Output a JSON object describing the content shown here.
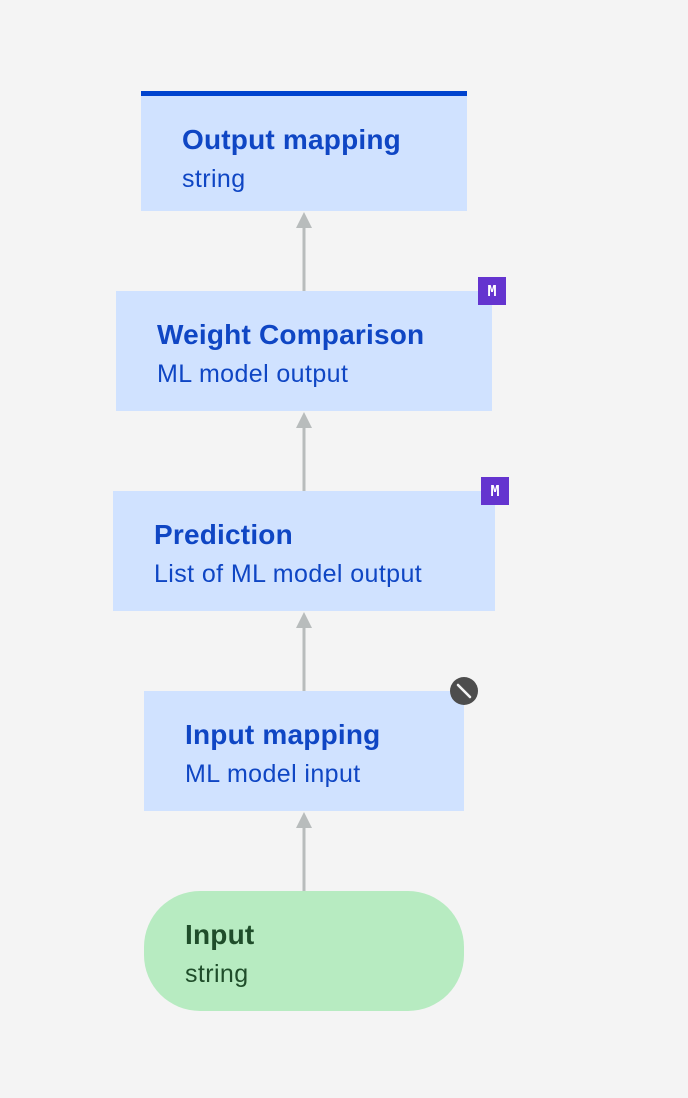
{
  "nodes": {
    "output_mapping": {
      "title": "Output mapping",
      "subtitle": "string"
    },
    "weight_comparison": {
      "title": "Weight Comparison",
      "subtitle": "ML model output",
      "badge": "M"
    },
    "prediction": {
      "title": "Prediction",
      "subtitle": "List of ML model output",
      "badge": "M"
    },
    "input_mapping": {
      "title": "Input mapping",
      "subtitle": "ML model input",
      "badge_icon": "disabled-icon"
    },
    "input": {
      "title": "Input",
      "subtitle": "string"
    }
  },
  "colors": {
    "node_fill": "#d0e2ff",
    "node_text": "#0f46c4",
    "input_fill": "#b7ebc1",
    "input_text": "#1f4d2a",
    "badge": "#6434cf",
    "edge": "#b8bcbc",
    "selected_border": "#0043ce"
  }
}
